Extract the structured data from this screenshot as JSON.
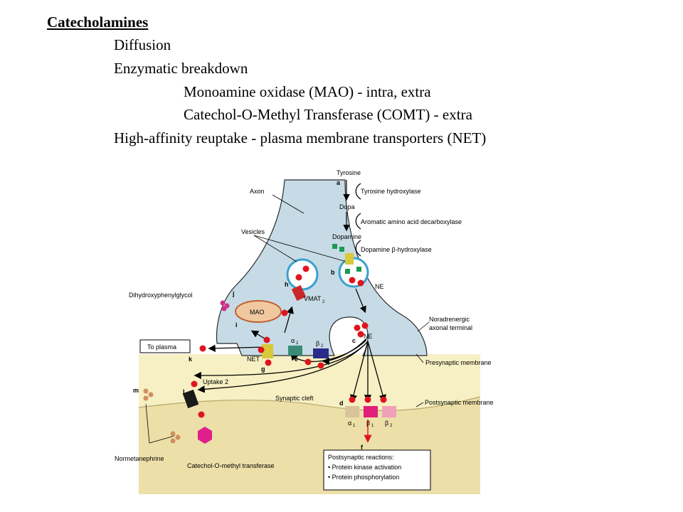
{
  "slide": {
    "title": "Catecholamines",
    "lines": [
      "Diffusion",
      "Enzymatic breakdown",
      "Monoamine oxidase (MAO) - intra, extra",
      "Catechol-O-Methyl Transferase (COMT) - extra",
      "High-affinity reuptake  - plasma membrane transporters (NET)"
    ]
  },
  "diagram": {
    "labels": {
      "tyrosine": "Tyrosine",
      "a": "a",
      "tyrosine_hydroxylase": "Tyrosine hydroxylase",
      "dopa": "Dopa",
      "aadc": "Aromatic amino acid decarboxylase",
      "dopamine": "Dopamine",
      "dbh": "Dopamine β-hydroxylase",
      "axon": "Axon",
      "vesicles": "Vesicles",
      "b": "b",
      "ne_vesicle": "NE",
      "h": "h",
      "vmat": "VMAT",
      "vmat_sub": "2",
      "dihydroxy": "Dihydroxyphenylglycol",
      "j": "j",
      "mao": "MAO",
      "i": "i",
      "noradrenergic1": "Noradrenergic",
      "noradrenergic2": "axonal terminal",
      "ne_release": "NE",
      "c": "c",
      "to_plasma": "To plasma",
      "alpha2": "α",
      "alpha2_sub": "2",
      "beta2_pre": "β",
      "beta2_pre_sub": "2",
      "net": "NET",
      "k": "k",
      "g": "g",
      "e": "e",
      "presynaptic": "Presynaptic membrane",
      "uptake2": "Uptake 2",
      "m": "m",
      "l": "l",
      "synaptic_cleft": "Synaptic cleft",
      "d": "d",
      "postsynaptic": "Postsynaptic membrane",
      "alpha1": "α",
      "alpha1_sub": "1",
      "beta1": "β",
      "beta1_sub": "1",
      "beta2_post": "β",
      "beta2_post_sub": "2",
      "f": "f",
      "normetanephrine": "Normetanephrine",
      "comt": "Catechol-O-methyl transferase",
      "post_reactions_title": "Postsynaptic reactions:",
      "post_reactions_1": "• Protein kinase activation",
      "post_reactions_2": "• Protein phosphorylation"
    },
    "colors": {
      "axon_fill": "#c7dbe6",
      "cleft_fill": "#f6f0c4",
      "post_fill": "#ecdfa8",
      "ne_dot": "#e0141e",
      "dopamine_square": "#1a9a52",
      "vmat": "#c8282a",
      "net": "#d8c83a",
      "alpha2": "#3a8a78",
      "beta2_pre": "#2a2a8a",
      "alpha1": "#d8c49a",
      "beta1": "#e0207a",
      "beta2_post": "#f0a0b8",
      "comt": "#e0208a",
      "normetanephrine": "#d09060",
      "mao": "#f0c8a0",
      "dihydroxy": "#d0308a"
    }
  }
}
